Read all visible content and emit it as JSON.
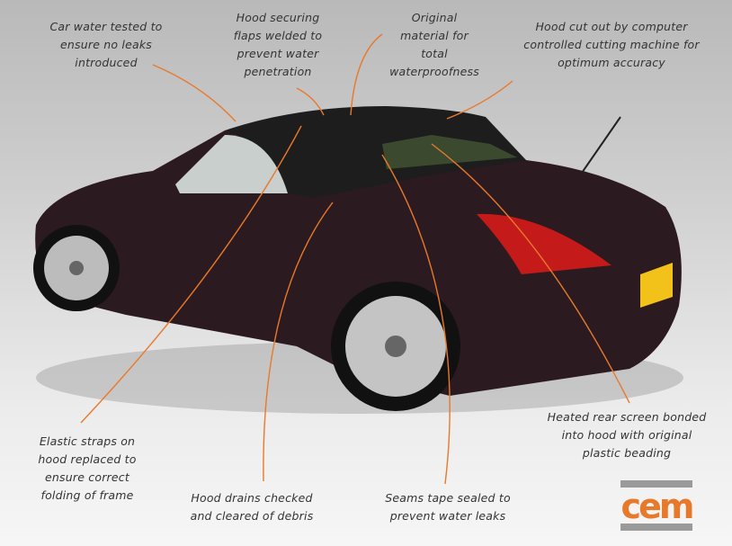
{
  "labels": [
    {
      "id": "water-tested",
      "lines": [
        "Car water tested to",
        "ensure no leaks",
        "introduced"
      ]
    },
    {
      "id": "securing-flaps",
      "lines": [
        "Hood securing",
        "flaps welded to",
        "prevent water",
        "penetration"
      ]
    },
    {
      "id": "original-material",
      "lines": [
        "Original",
        "material for",
        "total",
        "waterproofness"
      ]
    },
    {
      "id": "computer-cut",
      "lines": [
        "Hood cut out by computer",
        "controlled cutting machine for",
        "optimum accuracy"
      ]
    },
    {
      "id": "heated-screen",
      "lines": [
        "Heated rear screen bonded",
        "into hood with original",
        "plastic beading"
      ]
    },
    {
      "id": "elastic-straps",
      "lines": [
        "Elastic straps on",
        "hood replaced to",
        "ensure correct",
        "folding of frame"
      ]
    },
    {
      "id": "hood-drains",
      "lines": [
        "Hood drains  checked",
        "and cleared of debris"
      ]
    },
    {
      "id": "seams-taped",
      "lines": [
        "Seams tape sealed to",
        "prevent water leaks"
      ]
    }
  ],
  "logo": {
    "text": "cem"
  },
  "colors": {
    "accent": "#e8792b",
    "logo_gray": "#9a9a9a",
    "body": "#2b1a1f",
    "hood": "#1d1d1d"
  }
}
